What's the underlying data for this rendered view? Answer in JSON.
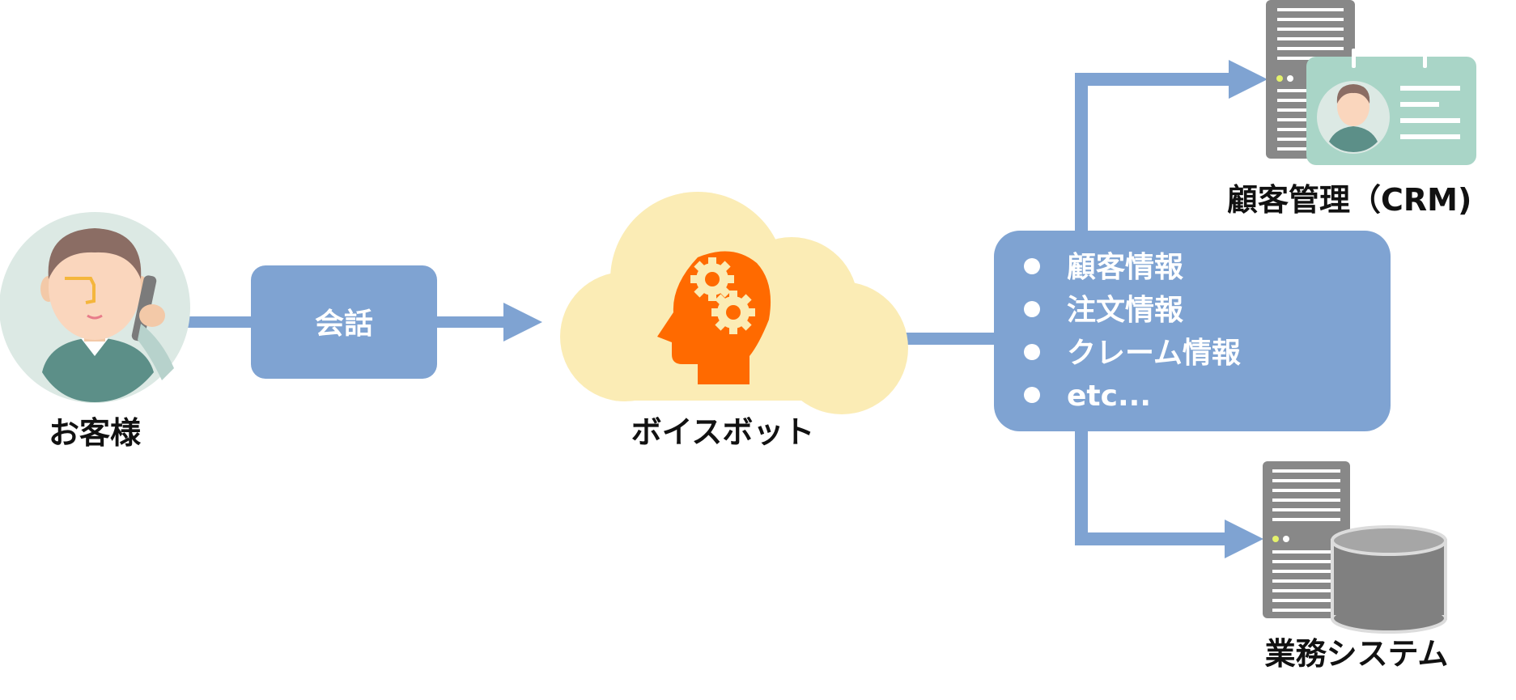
{
  "nodes": {
    "customer": {
      "label": "お客様",
      "icon": "customer-phone-icon"
    },
    "conversation": {
      "label": "会話"
    },
    "voicebot": {
      "label": "ボイスボット",
      "icon": "brain-gears-icon"
    },
    "crm": {
      "label": "顧客管理（CRM)",
      "icon": "crm-server-card-icon"
    },
    "business_system": {
      "label": "業務システム",
      "icon": "server-database-icon"
    }
  },
  "info_box": {
    "items": [
      "顧客情報",
      "注文情報",
      "クレーム情報",
      "etc..."
    ]
  },
  "colors": {
    "arrow": "#7fa3d2",
    "box": "#7fa3d2",
    "box_text": "#ffffff",
    "cloud": "#fbecb5",
    "head": "#ff6a00",
    "label": "#111111",
    "server": "#888888"
  }
}
